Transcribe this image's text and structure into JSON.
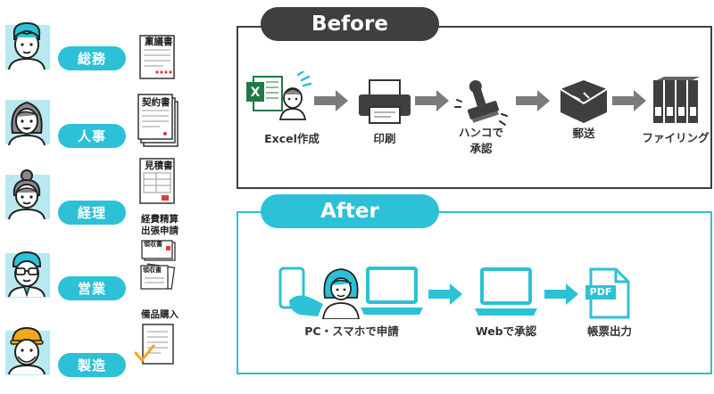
{
  "departments": [
    {
      "label": "総務"
    },
    {
      "label": "人事"
    },
    {
      "label": "経理"
    },
    {
      "label": "営業"
    },
    {
      "label": "製造"
    }
  ],
  "documents": {
    "ringi": "稟議書",
    "keiyaku": "契約書",
    "mitsumori": "見積書",
    "keihi_line1": "経費精算",
    "keihi_line2": "出張申請",
    "ryoshu1": "領収書",
    "ryoshu2": "領収書",
    "bihin": "備品購入"
  },
  "before": {
    "title": "Before",
    "steps": [
      {
        "label": "Excel作成"
      },
      {
        "label": "印刷"
      },
      {
        "label_line1": "ハンコで",
        "label_line2": "承認"
      },
      {
        "label": "郵送"
      },
      {
        "label": "ファイリング"
      }
    ]
  },
  "after": {
    "title": "After",
    "steps": [
      {
        "label": "PC・スマホで申請"
      },
      {
        "label": "Webで承認"
      },
      {
        "label": "帳票出力"
      }
    ],
    "pdf_text": "PDF"
  },
  "colors": {
    "accent": "#2cc1d6",
    "accent_light": "#b9e9f0",
    "dark": "#3f3f3f",
    "arrow_gray": "#7b7b7b",
    "excel_green": "#1f7a43"
  }
}
